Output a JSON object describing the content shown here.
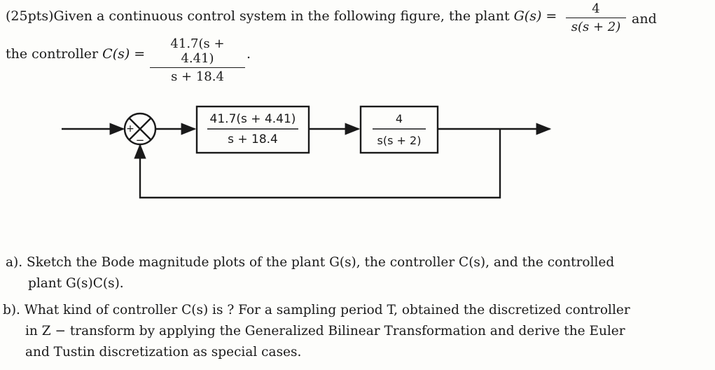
{
  "problem": {
    "line1_prefix": "(25pts)Given a continuous control system in the following figure, the plant ",
    "G_symbol": "G(s) =",
    "G_num": "4",
    "G_den": "s(s + 2)",
    "line1_suffix": "and",
    "line2_prefix": "the controller ",
    "C_symbol": "C(s) =",
    "C_num": "41.7(s + 4.41)",
    "C_den": "s + 18.4",
    "line2_suffix": "."
  },
  "diagram": {
    "sum_plus": "+",
    "sum_minus": "−",
    "controller_num": "41.7(s + 4.41)",
    "controller_den": "s + 18.4",
    "plant_num": "4",
    "plant_den": "s(s + 2)"
  },
  "part_a": {
    "label": "a).",
    "line1": "Sketch the Bode magnitude plots of the plant G(s), the controller C(s), and the controlled",
    "line2": "plant G(s)C(s)."
  },
  "part_b": {
    "label": "b).",
    "line1": "What kind of controller C(s) is ? For a sampling period T, obtained the discretized controller",
    "line2": "in Z − transform by applying the Generalized Bilinear Transformation and derive the Euler",
    "line3": "and Tustin discretization as special cases."
  }
}
